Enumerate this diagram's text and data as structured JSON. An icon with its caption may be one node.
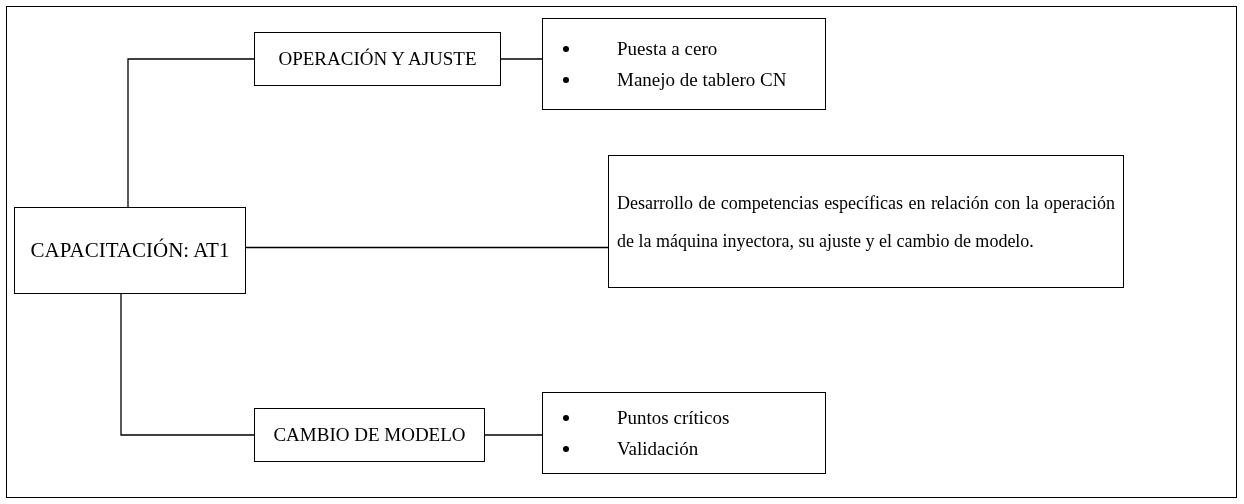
{
  "diagram": {
    "nodes": [
      {
        "text": [
          "CAPACITACIÓN: AT1"
        ]
      },
      {
        "text": [
          "OPERACIÓN Y AJUSTE"
        ]
      },
      {
        "text": [
          "Puesta a cero",
          "Manejo de tablero CN"
        ]
      },
      {
        "text": [
          "Desarrollo de competencias específicas en relación con la operación de la máquina inyectora, su ajuste y el cambio de modelo."
        ]
      },
      {
        "text": [
          "CAMBIO DE MODELO"
        ]
      },
      {
        "text": [
          "Puntos críticos",
          "Validación"
        ]
      }
    ],
    "edges": [
      {
        "from": 0,
        "to": 1,
        "arrow": "none"
      },
      {
        "from": 1,
        "to": 2,
        "arrow": "none"
      },
      {
        "from": 0,
        "to": 3,
        "arrow": "none"
      },
      {
        "from": 0,
        "to": 4,
        "arrow": "none"
      },
      {
        "from": 4,
        "to": 5,
        "arrow": "none"
      }
    ]
  }
}
